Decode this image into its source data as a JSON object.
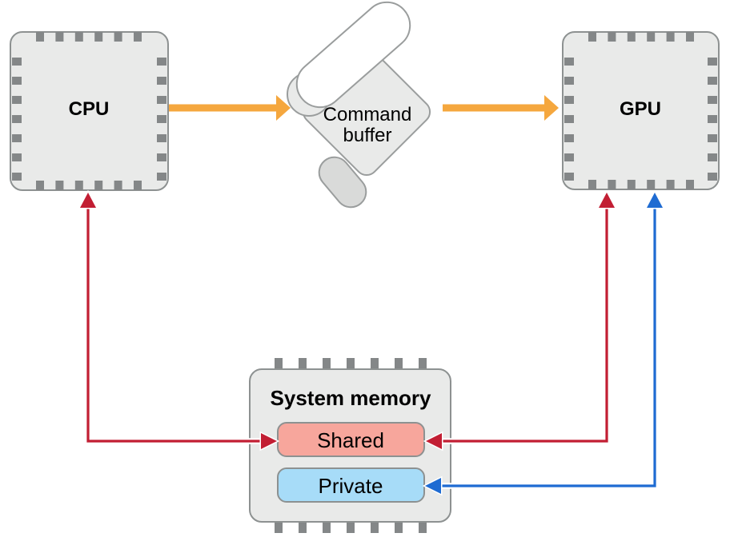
{
  "diagram": {
    "background": "#ffffff",
    "colors": {
      "chip_fill": "#e9eae9",
      "chip_stroke": "#8d9191",
      "pin": "#848788",
      "scroll_fill": "#e9eae9",
      "scroll_stroke": "#9a9d9d",
      "scroll_roll_fill": "#ffffff",
      "scroll_tail_fill": "#d9dad9",
      "shared_fill": "#f7a69c",
      "private_fill": "#a7dcf8",
      "region_stroke": "#8d9191",
      "orange": "#f5a73e",
      "red": "#c21e33",
      "blue": "#1e6bd2",
      "casing": "#ffffff",
      "label": "#000000"
    },
    "nodes": {
      "cpu": {
        "type": "chip",
        "label": "CPU"
      },
      "gpu": {
        "type": "chip",
        "label": "GPU"
      },
      "command_buffer": {
        "type": "scroll",
        "label": "Command buffer",
        "lines": [
          "Command",
          "buffer"
        ]
      },
      "system_memory": {
        "type": "chip",
        "label": "System memory",
        "regions": [
          {
            "id": "shared",
            "label": "Shared"
          },
          {
            "id": "private",
            "label": "Private"
          }
        ]
      }
    },
    "edges": [
      {
        "from": "CPU",
        "to": "Command buffer",
        "style": "thick-arrow",
        "color": "orange"
      },
      {
        "from": "Command buffer",
        "to": "GPU",
        "style": "thick-arrow",
        "color": "orange"
      },
      {
        "from": "CPU",
        "to": "Shared",
        "style": "bidirectional-elbow",
        "color": "red"
      },
      {
        "from": "GPU",
        "to": "Shared",
        "style": "bidirectional-elbow",
        "color": "red"
      },
      {
        "from": "GPU",
        "to": "Private",
        "style": "bidirectional-elbow",
        "color": "blue"
      }
    ]
  }
}
